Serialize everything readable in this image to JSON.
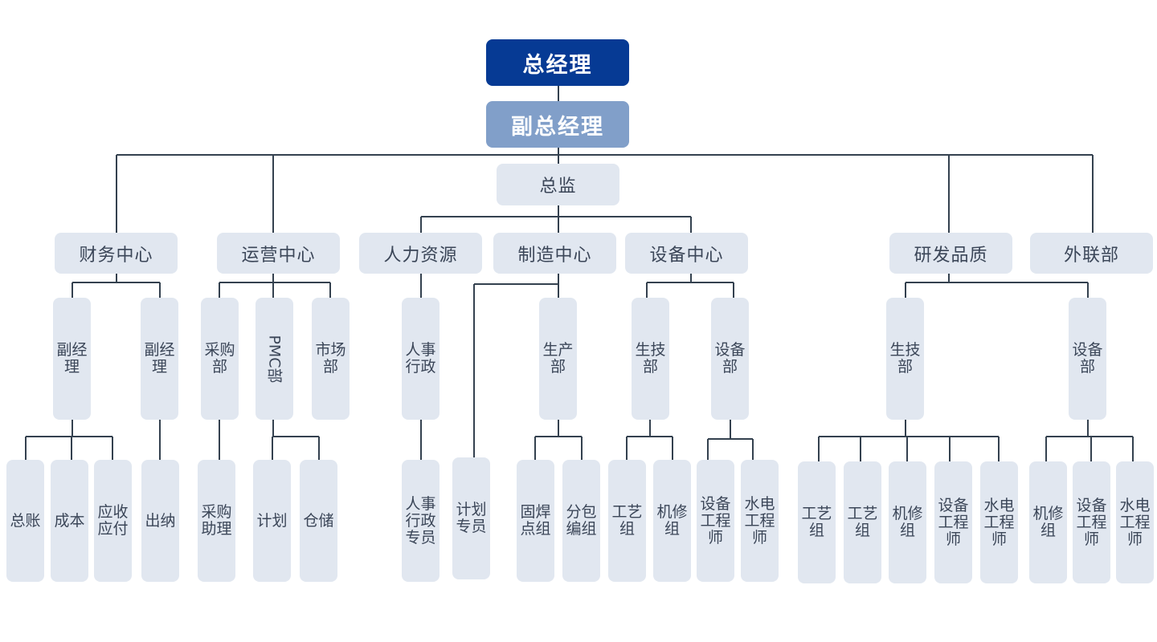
{
  "colors": {
    "top": "#063a94",
    "deputy": "#819fc9",
    "node": "#e1e7f0",
    "text": "#3b4658",
    "line": "#34414f"
  },
  "top": {
    "label": "总经理"
  },
  "deputy": {
    "label": "副总经理"
  },
  "director": {
    "label": "总监"
  },
  "finance": {
    "label": "财务中心",
    "vp1": {
      "label": "副经理",
      "children": [
        "总账",
        "成本",
        "应收应付"
      ]
    },
    "vp2": {
      "label": "副经理",
      "children": [
        "出纳"
      ]
    }
  },
  "operations": {
    "label": "运营中心",
    "procurement": {
      "label": "采购部",
      "children": [
        "采购助理"
      ]
    },
    "pmc": {
      "label": "PMC部",
      "children": [
        "计划",
        "仓储"
      ]
    },
    "market": {
      "label": "市场部"
    }
  },
  "hr": {
    "label": "人力资源",
    "admin": {
      "label": "人事行政",
      "children": [
        "人事行政专员"
      ]
    }
  },
  "manufacturing": {
    "label": "制造中心",
    "planner": {
      "label": "计划专员"
    },
    "production": {
      "label": "生产部",
      "children": [
        "固焊点组",
        "分包编组"
      ]
    }
  },
  "equipment_center": {
    "label": "设备中心",
    "tech": {
      "label": "生技部",
      "children": [
        "工艺组",
        "机修组"
      ]
    },
    "equip": {
      "label": "设备部",
      "children": [
        "设备工程师",
        "水电工程师"
      ]
    }
  },
  "rnd": {
    "label": "研发品质",
    "tech": {
      "label": "生技部",
      "children": [
        "工艺组",
        "工艺组",
        "机修组",
        "设备工程师",
        "水电工程师"
      ]
    },
    "equip": {
      "label": "设备部",
      "children": [
        "机修组",
        "设备工程师",
        "水电工程师"
      ]
    }
  },
  "external": {
    "label": "外联部"
  }
}
